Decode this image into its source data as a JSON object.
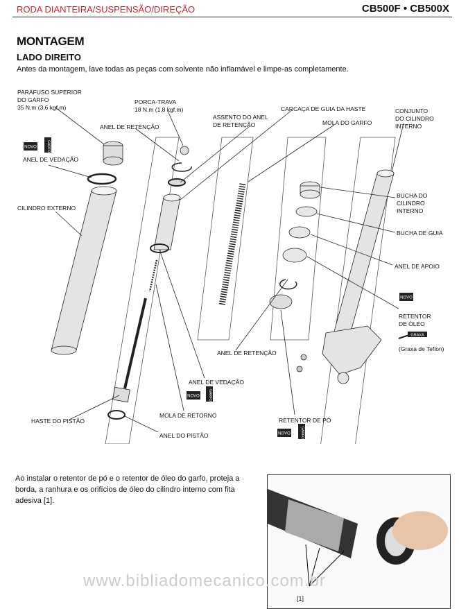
{
  "header": {
    "section": "RODA DIANTEIRA/SUSPENSÃO/DIREÇÃO",
    "model": "CB500F • CB500X"
  },
  "title": "MONTAGEM",
  "subtitle": "LADO DIREITO",
  "intro": "Antes da montagem, lave todas as peças com solvente não inflamável e limpe-as completamente.",
  "labels": {
    "top_bolt": "PARAFUSO SUPERIOR\nDO GARFO\n35 N.m (3,6 kgf.m)",
    "lock_nut": "PORCA-TRAVA\n18 N.m (1,8 kgf.m)",
    "retaining_ring_top": "ANEL DE RETENÇÃO",
    "ring_seat": "ASSENTO DO ANEL\nDE RETENÇÃO",
    "rod_guide_case": "CARCAÇA DE GUIA DA HASTE",
    "fork_spring": "MOLA DO GARFO",
    "inner_tube": "CONJUNTO\nDO CILINDRO\nINTERNO",
    "o_ring_top": "ANEL DE VEDAÇÃO",
    "outer_tube": "CILINDRO EXTERNO",
    "slider_bushing": "BUCHA DO\nCILINDRO\nINTERNO",
    "guide_bushing": "BUCHA DE GUIA",
    "back_up_ring": "ANEL DE APOIO",
    "oil_seal": "RETENTOR\nDE ÓLEO",
    "grease_note": "(Graxa de Teflon)",
    "retaining_ring_bottom": "ANEL DE RETENÇÃO",
    "o_ring_bottom": "ANEL DE VEDAÇÃO",
    "piston_rod": "HASTE DO PISTÃO",
    "rebound_spring": "MOLA DE RETORNO",
    "piston_ring": "ANEL DO PISTÃO",
    "dust_seal": "RETENTOR DE PÓ"
  },
  "icons": {
    "new": "NOVO",
    "fork_oil": "GARFO",
    "grease": "GRAXA"
  },
  "note": "Ao instalar o retentor de pó e o retentor de óleo do garfo, proteja a borda, a ranhura e os orifícios de óleo do cilindro interno com fita adesiva [1].",
  "photo_callout": "[1]",
  "watermark": "www.bibliadomecanico.com.br"
}
